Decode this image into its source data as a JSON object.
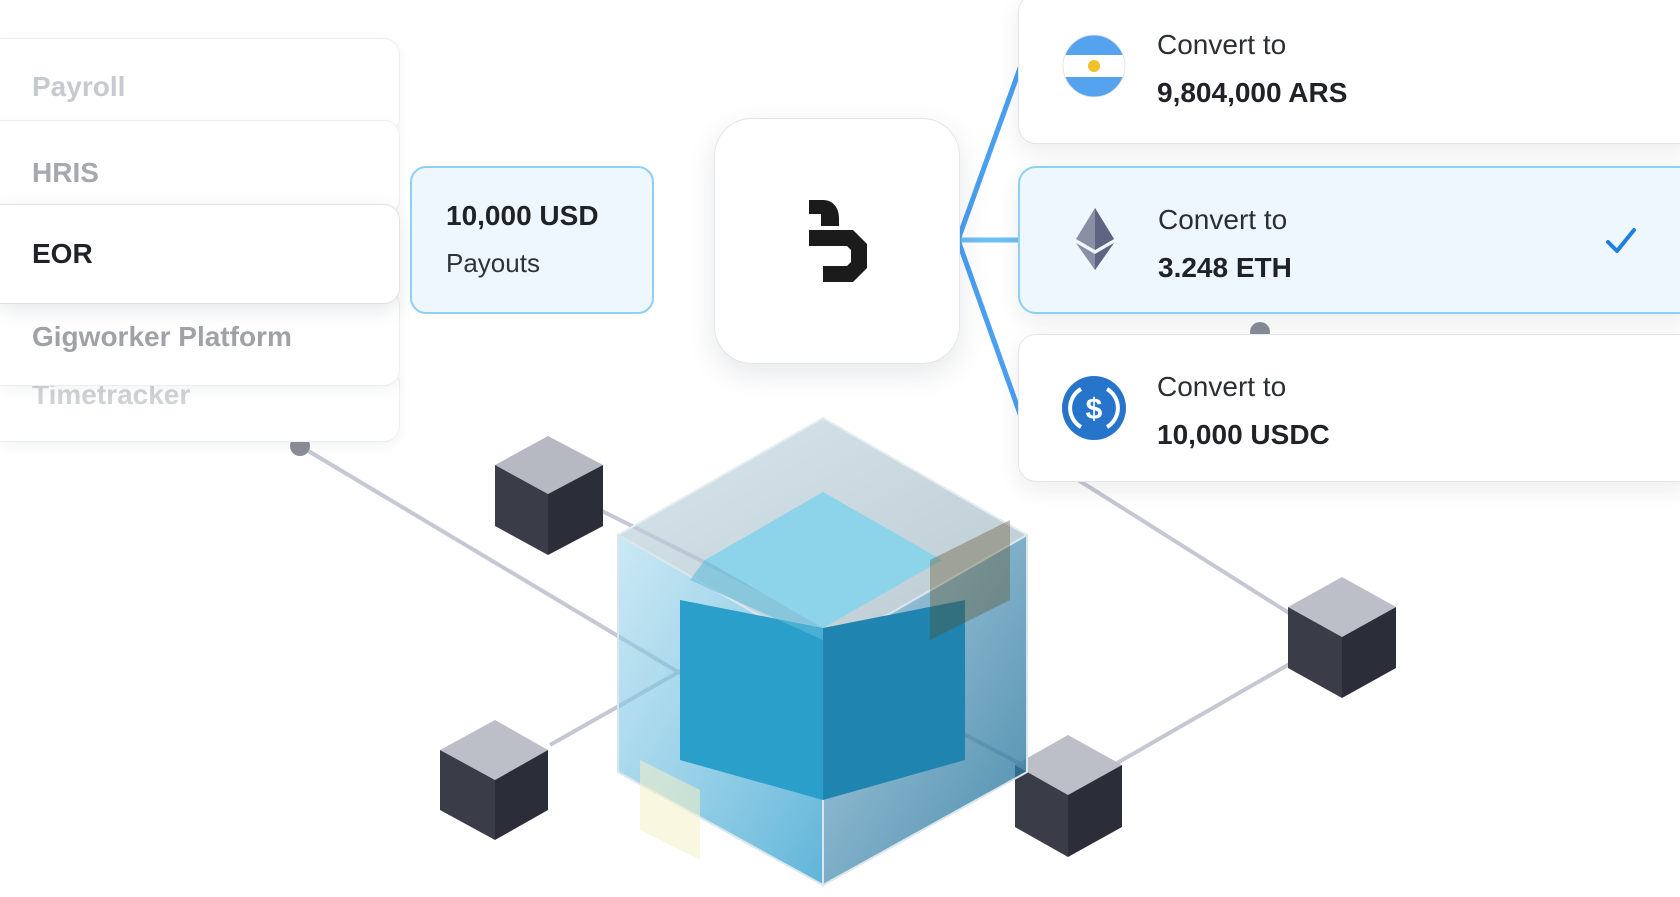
{
  "categories": {
    "payroll": "Payroll",
    "hris": "HRIS",
    "eor": "EOR",
    "gigworker": "Gigworker Platform",
    "timetracker": "Timetracker"
  },
  "payout": {
    "amount": "10,000 USD",
    "label": "Payouts"
  },
  "conversions": [
    {
      "prefix": "Convert to",
      "value": "9,804,000 ARS",
      "icon": "argentina-flag-icon"
    },
    {
      "prefix": "Convert to",
      "value": "3.248 ETH",
      "icon": "ethereum-icon",
      "selected": true
    },
    {
      "prefix": "Convert to",
      "value": "10,000 USDC",
      "icon": "usdc-icon"
    }
  ],
  "colors": {
    "accent_blue": "#4a9ff0",
    "selected_fill": "#eef7fd",
    "selected_border": "#8fd0f0",
    "check": "#1f7fe0",
    "usdc": "#2775ca"
  }
}
